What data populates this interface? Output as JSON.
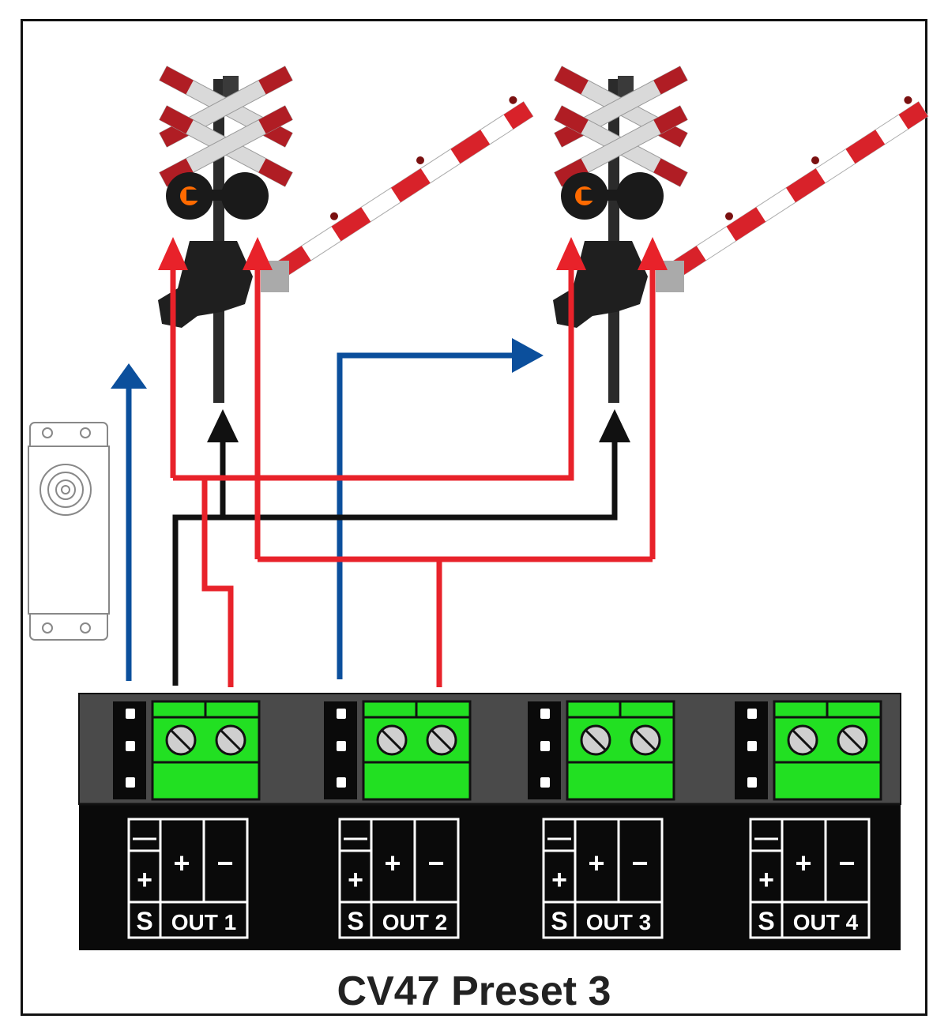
{
  "caption": "CV47 Preset 3",
  "outputs": [
    {
      "label": "OUT 1",
      "s": "S",
      "plus": "+",
      "minus": "−",
      "s_minus": "—",
      "s_plus": "+"
    },
    {
      "label": "OUT 2",
      "s": "S",
      "plus": "+",
      "minus": "−",
      "s_minus": "—",
      "s_plus": "+"
    },
    {
      "label": "OUT 3",
      "s": "S",
      "plus": "+",
      "minus": "−",
      "s_minus": "—",
      "s_plus": "+"
    },
    {
      "label": "OUT 4",
      "s": "S",
      "plus": "+",
      "minus": "−",
      "s_minus": "—",
      "s_plus": "+"
    }
  ],
  "colors": {
    "wire_red": "#e8222a",
    "wire_blue": "#0b4f9c",
    "wire_black": "#111111",
    "terminal_green": "#22e022",
    "board_black": "#0a0a0a",
    "board_dark": "#4a4a4a",
    "signal_red": "#b01d24",
    "signal_lamp": "#ff6a00",
    "barrier_red": "#d8222a"
  },
  "icons": [
    "servo-icon",
    "crossing-signal-icon",
    "barrier-arm-icon",
    "screw-terminal-icon"
  ]
}
